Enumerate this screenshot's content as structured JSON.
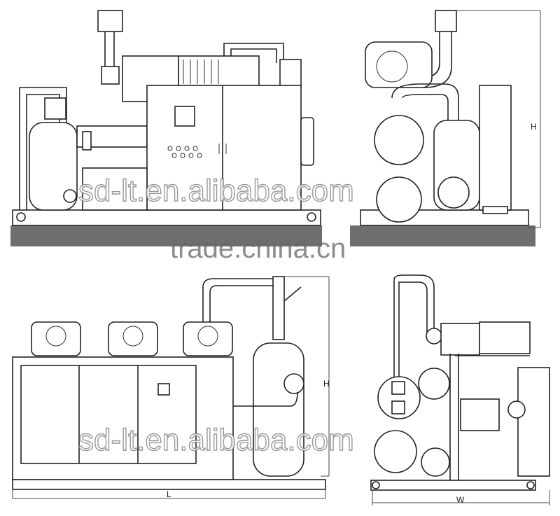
{
  "dimension_labels": {
    "top_side_height": "H",
    "bottom_front_height": "H",
    "bottom_front_length": "L",
    "bottom_side_width": "W"
  },
  "watermarks": {
    "top": "sd-lt.en.alibaba.com",
    "middle": "trade.china.cn",
    "bottom": "sd-lt.en.alibaba.com"
  },
  "colors": {
    "line": "#222222",
    "background": "#ffffff",
    "shadow_band": "#555555"
  }
}
